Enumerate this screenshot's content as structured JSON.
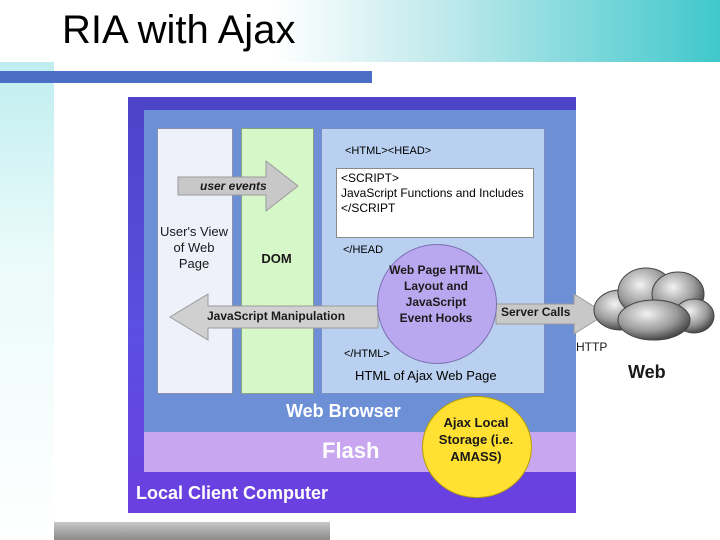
{
  "slide": {
    "title": "RIA with Ajax"
  },
  "diagram": {
    "html_head": "<HTML><HEAD>",
    "script_block": "<SCRIPT>\nJavaScript Functions and Includes\n</SCRIPT",
    "end_head": "</HEAD",
    "end_html": "</HTML>",
    "html_of_page": "HTML of Ajax Web Page",
    "user_view": "User's View of Web Page",
    "dom": "DOM",
    "hooks": "Web Page HTML Layout and JavaScript Event Hooks",
    "user_events": "user events",
    "js_manipulation": "JavaScript Manipulation",
    "server_calls": "Server Calls",
    "http": "HTTP",
    "web": "Web",
    "web_browser": "Web Browser",
    "flash": "Flash",
    "local_storage": "Ajax Local Storage (i.e. AMASS)",
    "local_client": "Local Client Computer"
  },
  "colors": {
    "title_rule": "#4a6fc4",
    "outer": "#5a4fe0",
    "browser": "#6c8fd6",
    "flash": "#c8a6f0",
    "storage": "#ffe033",
    "hooks": "#b9a8ef"
  },
  "icons": {
    "cloud": "cloud-icon"
  }
}
